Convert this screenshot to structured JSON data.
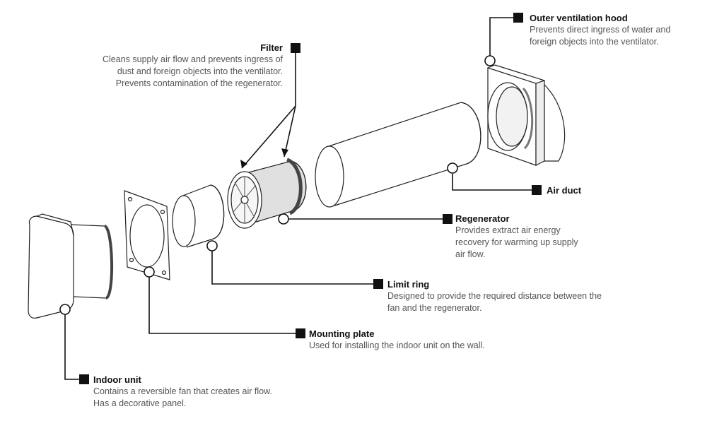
{
  "components": {
    "outer_hood": {
      "title": "Outer ventilation hood",
      "desc": "Prevents direct ingress of water and\nforeign objects into the ventilator."
    },
    "filter": {
      "title": "Filter",
      "desc": "Cleans supply air flow and prevents ingress of\ndust and foreign objects into the ventilator.\nPrevents contamination of the regenerator."
    },
    "air_duct": {
      "title": "Air duct"
    },
    "regenerator": {
      "title": "Regenerator",
      "desc": "Provides extract air energy\nrecovery for warming up supply\nair flow."
    },
    "limit_ring": {
      "title": "Limit ring",
      "desc": "Designed to provide the required distance between the\nfan and the regenerator."
    },
    "mounting_plate": {
      "title": "Mounting plate",
      "desc": "Used for installing the indoor unit on the wall."
    },
    "indoor_unit": {
      "title": "Indoor unit",
      "desc": "Contains a reversible fan that creates air flow.\nHas a decorative panel."
    }
  }
}
